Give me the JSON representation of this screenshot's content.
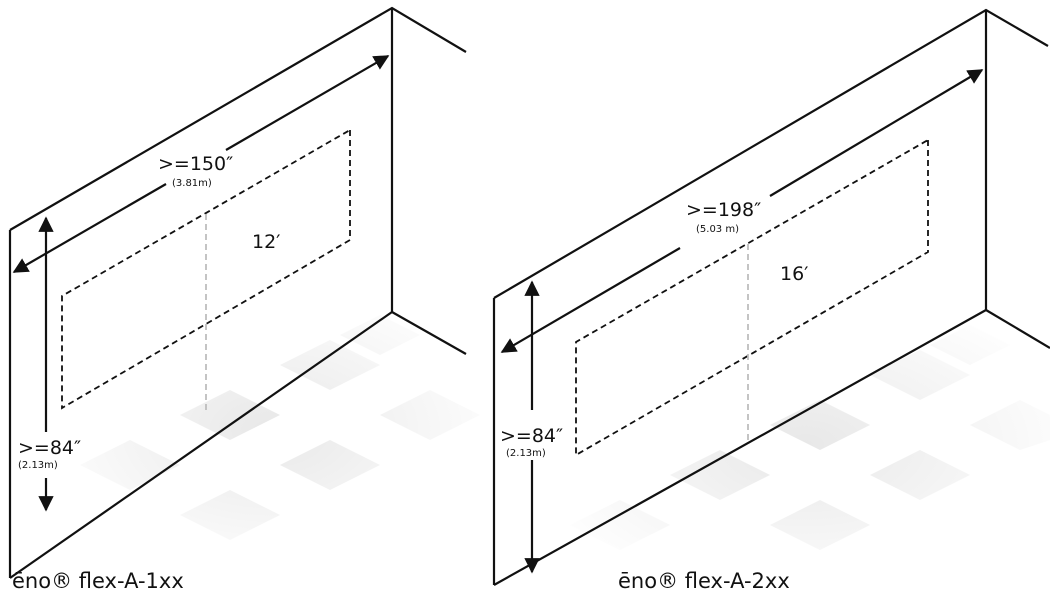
{
  "colors": {
    "line": "#111111",
    "guide": "#bdbdbd",
    "floor_tile": "#e6e6e6"
  },
  "diagrams": [
    {
      "id": "flex-a-1xx",
      "width_label": ">=150″",
      "width_metric": "(3.81m)",
      "height_label": ">=84″",
      "height_metric": "(2.13m)",
      "screen_size": "12′",
      "caption": "ēno® flex-A-1xx"
    },
    {
      "id": "flex-a-2xx",
      "width_label": ">=198″",
      "width_metric": "(5.03 m)",
      "height_label": ">=84″",
      "height_metric": "(2.13m)",
      "screen_size": "16′",
      "caption": "ēno® flex-A-2xx"
    }
  ]
}
